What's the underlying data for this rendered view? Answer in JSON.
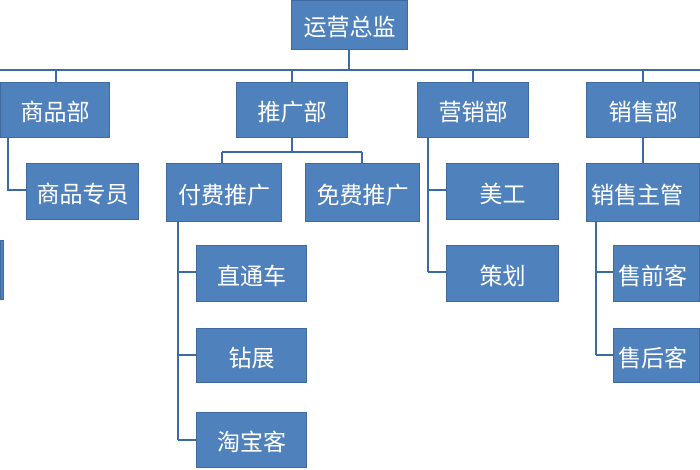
{
  "colors": {
    "box_fill": "#4f81bd",
    "box_border": "#3e6aa0",
    "line": "#3b6ba3",
    "text": "#ffffff"
  },
  "root": {
    "label": "运营总监"
  },
  "departments": [
    {
      "label": "商品部",
      "children": [
        {
          "label": "商品专员"
        }
      ]
    },
    {
      "label": "推广部",
      "children": [
        {
          "label": "付费推广",
          "children": [
            {
              "label": "直通车"
            },
            {
              "label": "钻展"
            },
            {
              "label": "淘宝客"
            }
          ]
        },
        {
          "label": "免费推广"
        }
      ]
    },
    {
      "label": "营销部",
      "children": [
        {
          "label": "美工"
        },
        {
          "label": "策划"
        }
      ]
    },
    {
      "label": "销售部",
      "children": [
        {
          "label": "销售主管",
          "children": [
            {
              "label": "售前客"
            },
            {
              "label": "售后客"
            }
          ]
        }
      ]
    }
  ]
}
